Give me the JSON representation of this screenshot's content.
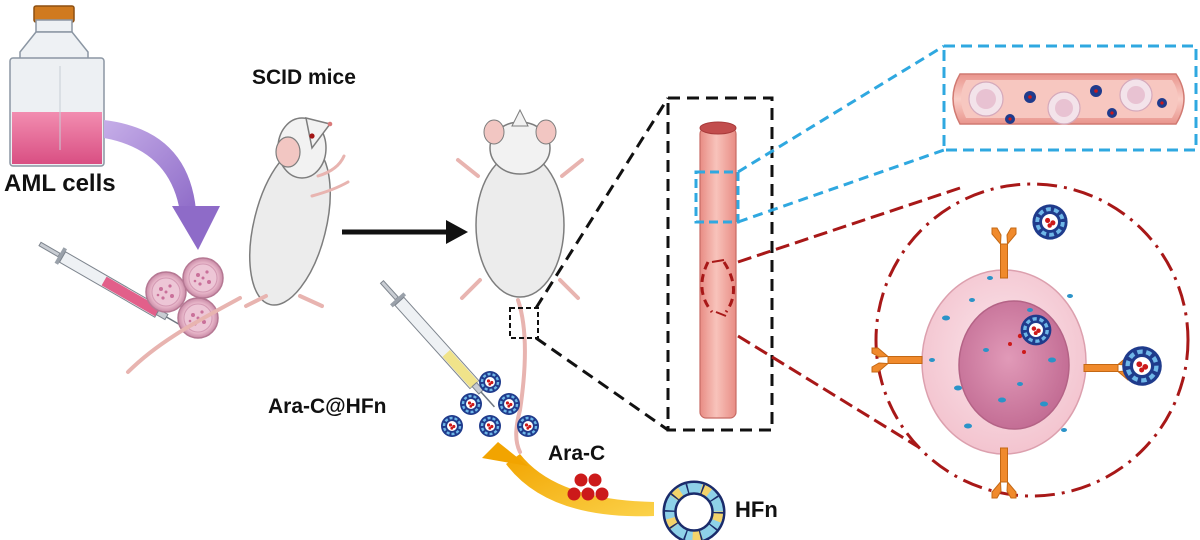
{
  "labels": {
    "aml_cells": "AML cells",
    "scid_mice": "SCID mice",
    "ara_c_hfn": "Ara-C@HFn",
    "ara_c": "Ara-C",
    "hfn": "HFn"
  },
  "colors": {
    "purple_arrow": "#a07fd3",
    "yellow_arrow": "#f5b800",
    "blue_zoom": "#2fa8e0",
    "red_zoom": "#a81818",
    "vessel": "#f2a79f",
    "medium": "#e25f8a",
    "drug": "#cc1a1a",
    "nanocage": "#1f3b8c",
    "receptor": "#f08a2c"
  }
}
